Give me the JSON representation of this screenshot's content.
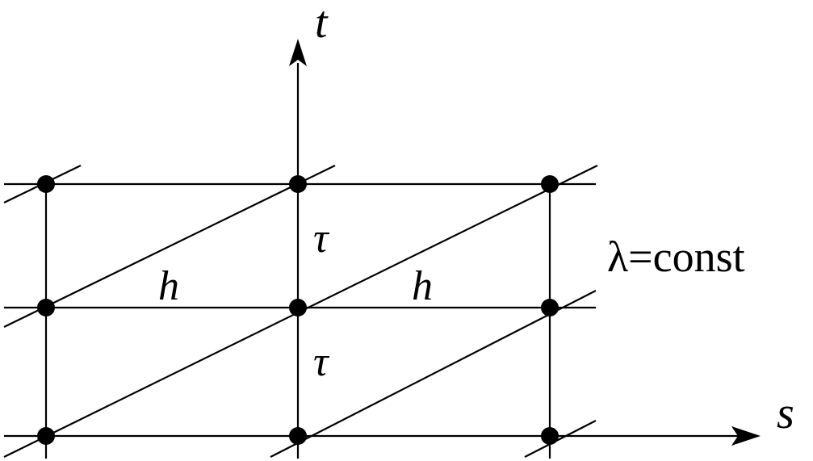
{
  "diagram": {
    "axis_t_label": "t",
    "axis_s_label": "s",
    "step_h_label": "h",
    "step_tau_label": "τ",
    "characteristic_label": "λ=const",
    "colors": {
      "line": "#000000",
      "node": "#000000",
      "background": "#ffffff"
    }
  }
}
